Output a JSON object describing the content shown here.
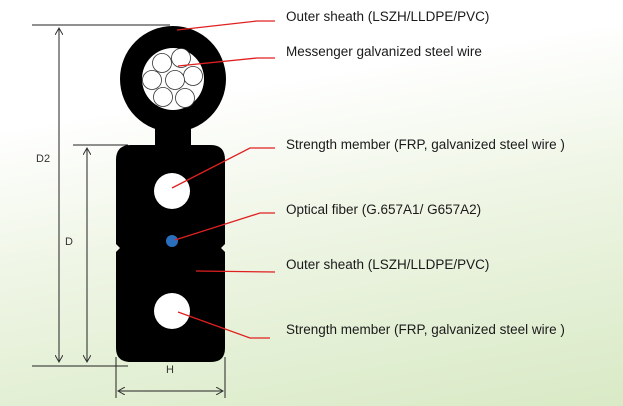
{
  "labels": {
    "outer_sheath_top": "Outer sheath  (LSZH/LLDPE/PVC)",
    "messenger": "Messenger galvanized steel wire",
    "strength_top": "Strength member (FRP, galvanized steel wire )",
    "optical_fiber": "Optical fiber (G.657A1/ G657A2)",
    "outer_sheath_mid": "Outer sheath (LSZH/LLDPE/PVC)",
    "strength_bottom": "Strength member (FRP, galvanized steel wire )"
  },
  "dimensions": {
    "d2": "D2",
    "d": "D",
    "h": "H"
  },
  "colors": {
    "cable": "#000000",
    "leader": "#e02020",
    "fiber": "#2a6fbd"
  }
}
